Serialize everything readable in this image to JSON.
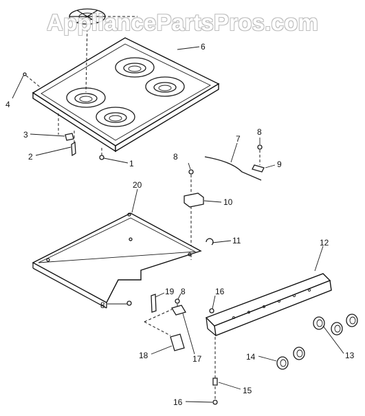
{
  "watermark": "AppliancePartsPros.com",
  "callouts": {
    "c1": "1",
    "c2": "2",
    "c3": "3",
    "c4": "4",
    "c6": "6",
    "c7": "7",
    "c8a": "8",
    "c8b": "8",
    "c8c": "8",
    "c8d": "8",
    "c9": "9",
    "c10": "10",
    "c11": "11",
    "c12": "12",
    "c13": "13",
    "c14": "14",
    "c15": "15",
    "c16a": "16",
    "c16b": "16",
    "c17": "17",
    "c18": "18",
    "c19": "19",
    "c20": "20"
  }
}
